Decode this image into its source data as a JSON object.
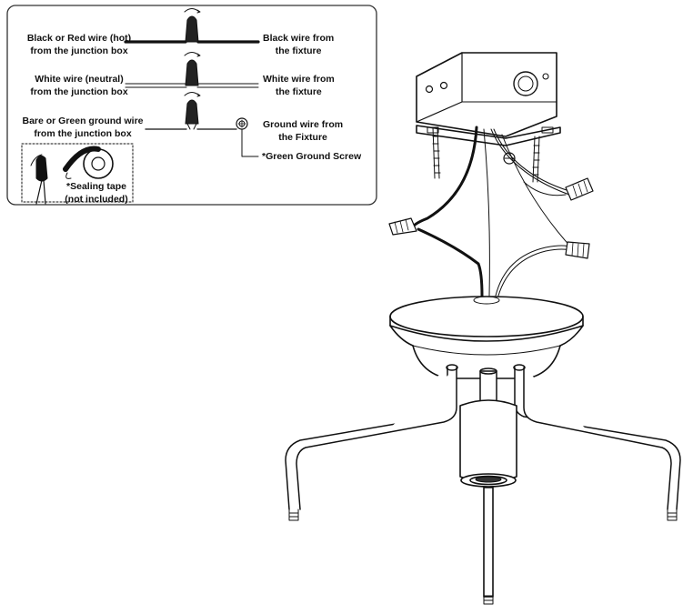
{
  "inset": {
    "rows": [
      {
        "left_line1": "Black or Red wire (hot)",
        "left_line2": "from the junction box",
        "right_line1": "Black wire from",
        "right_line2": "the fixture"
      },
      {
        "left_line1": "White wire (neutral)",
        "left_line2": "from the junction box",
        "right_line1": "White wire from",
        "right_line2": "the fixture"
      },
      {
        "left_line1": "Bare or Green ground wire",
        "left_line2": "from the junction box",
        "right_line1": "Ground wire from",
        "right_line2": "the Fixture"
      }
    ],
    "ground_screw_label": "*Green Ground Screw",
    "tape_line1": "*Sealing tape",
    "tape_line2": "(not included)"
  },
  "icons": [
    "wire-nut-icon",
    "ground-screw-icon",
    "sealing-tape-icon",
    "junction-box",
    "canopy",
    "fixture-arms",
    "socket"
  ]
}
